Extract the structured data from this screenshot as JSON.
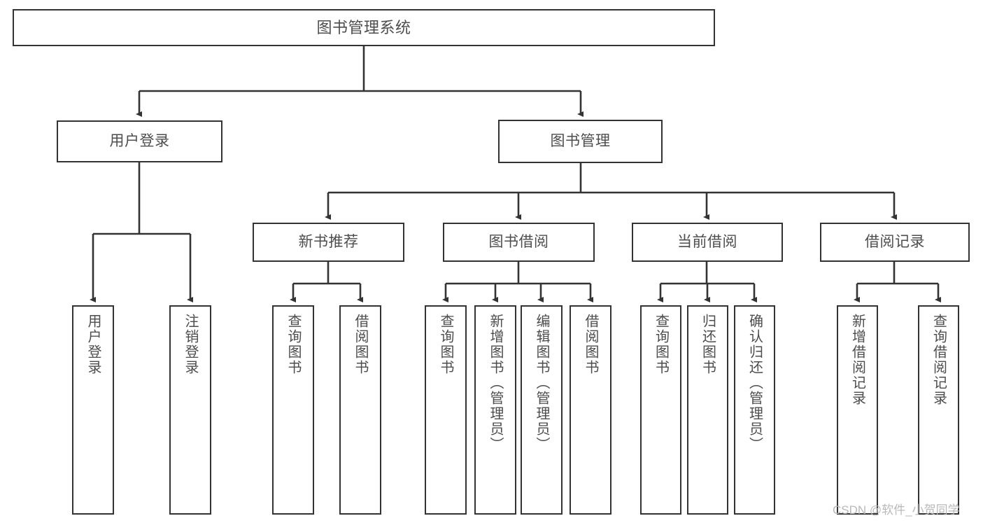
{
  "diagram": {
    "type": "tree-hierarchy",
    "title": "图书管理系统",
    "watermark": "CSDN @软件_小贺同学",
    "colors": {
      "background": "#ffffff",
      "box_border": "#333333",
      "box_fill": "#ffffff",
      "text": "#4d4d4d",
      "edge": "#333333",
      "watermark": "#b9b9b9"
    },
    "levels": {
      "level0": [
        {
          "id": "root",
          "label": "图书管理系统",
          "orientation": "horizontal"
        }
      ],
      "level1": [
        {
          "id": "user-login",
          "label": "用户登录",
          "orientation": "horizontal",
          "parent": "root"
        },
        {
          "id": "book-manage",
          "label": "图书管理",
          "orientation": "horizontal",
          "parent": "root"
        }
      ],
      "level2": [
        {
          "id": "new-book-recommend",
          "label": "新书推荐",
          "orientation": "horizontal",
          "parent": "book-manage"
        },
        {
          "id": "book-borrow",
          "label": "图书借阅",
          "orientation": "horizontal",
          "parent": "book-manage"
        },
        {
          "id": "current-borrow",
          "label": "当前借阅",
          "orientation": "horizontal",
          "parent": "book-manage"
        },
        {
          "id": "borrow-record",
          "label": "借阅记录",
          "orientation": "horizontal",
          "parent": "book-manage"
        }
      ],
      "level3": [
        {
          "id": "leaf-user-login",
          "label": "用户登录",
          "orientation": "vertical",
          "parent": "user-login"
        },
        {
          "id": "leaf-user-logout",
          "label": "注销登录",
          "orientation": "vertical",
          "parent": "user-login"
        },
        {
          "id": "leaf-query-book-1",
          "label": "查询图书",
          "orientation": "vertical",
          "parent": "new-book-recommend"
        },
        {
          "id": "leaf-borrow-book-1",
          "label": "借阅图书",
          "orientation": "vertical",
          "parent": "new-book-recommend"
        },
        {
          "id": "leaf-query-book-2",
          "label": "查询图书",
          "orientation": "vertical",
          "parent": "book-borrow"
        },
        {
          "id": "leaf-add-book",
          "label": "新增图书（管理员）",
          "orientation": "vertical",
          "parent": "book-borrow"
        },
        {
          "id": "leaf-edit-book",
          "label": "编辑图书（管理员）",
          "orientation": "vertical",
          "parent": "book-borrow"
        },
        {
          "id": "leaf-borrow-book-2",
          "label": "借阅图书",
          "orientation": "vertical",
          "parent": "book-borrow"
        },
        {
          "id": "leaf-query-book-3",
          "label": "查询图书",
          "orientation": "vertical",
          "parent": "current-borrow"
        },
        {
          "id": "leaf-return-book",
          "label": "归还图书",
          "orientation": "vertical",
          "parent": "current-borrow"
        },
        {
          "id": "leaf-confirm-return",
          "label": "确认归还（管理员）",
          "orientation": "vertical",
          "parent": "current-borrow"
        },
        {
          "id": "leaf-add-record",
          "label": "新增借阅记录",
          "orientation": "vertical",
          "parent": "borrow-record"
        },
        {
          "id": "leaf-query-record",
          "label": "查询借阅记录",
          "orientation": "vertical",
          "parent": "borrow-record"
        }
      ]
    }
  }
}
